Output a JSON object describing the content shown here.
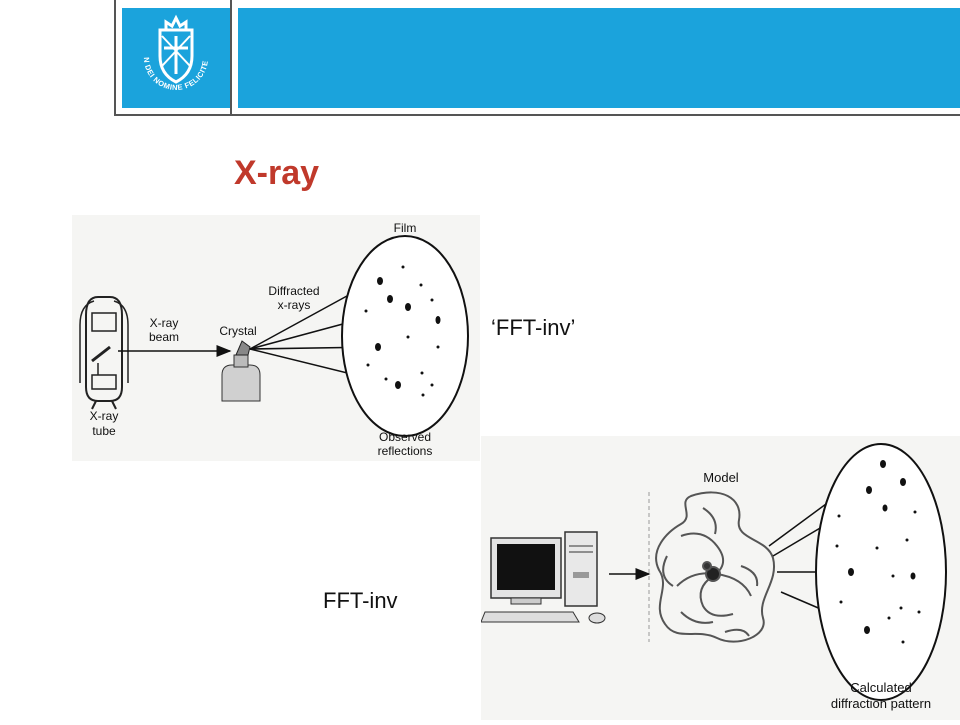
{
  "header": {
    "logo_motto": "IN DEI NOMINE FELICITER",
    "brand_color": "#1ba3dc"
  },
  "slide": {
    "title": "X-ray",
    "title_color": "#c0392b",
    "label_fft_quoted": "‘FFT-inv’",
    "label_fft": "FFT-inv"
  },
  "diffraction_diagram": {
    "film_label": "Film",
    "tube_label_1": "X-ray",
    "tube_label_2": "tube",
    "beam_label_1": "X-ray",
    "beam_label_2": "beam",
    "crystal_label": "Crystal",
    "diffracted_label_1": "Diffracted",
    "diffracted_label_2": "x-rays",
    "observed_label_1": "Observed",
    "observed_label_2": "reflections"
  },
  "model_diagram": {
    "model_label": "Model",
    "calc_label_1": "Calculated",
    "calc_label_2": "diffraction pattern"
  }
}
